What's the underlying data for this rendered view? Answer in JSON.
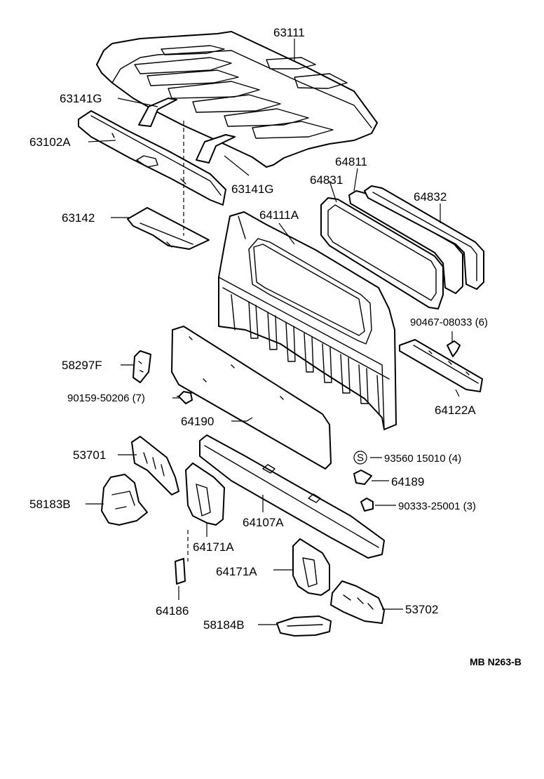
{
  "labels": {
    "p63111": "63111",
    "p63141G_top": "63141G",
    "p63102A": "63102A",
    "p63141G_bottom": "63141G",
    "p64811": "64811",
    "p64831": "64831",
    "p64832": "64832",
    "p63142": "63142",
    "p64111A": "64111A",
    "p90467": "90467-08033 (6)",
    "p58297F": "58297F",
    "p90159": "90159-50206 (7)",
    "p64122A": "64122A",
    "p64190": "64190",
    "p53701": "53701",
    "p93560_symbol": "S",
    "p93560": "93560  15010 (4)",
    "p64189": "64189",
    "p58183B": "58183B",
    "p90333": "90333-25001 (3)",
    "p64107A": "64107A",
    "p64171A_left": "64171A",
    "p64171A_right": "64171A",
    "p64186": "64186",
    "p53702": "53702",
    "p58184B": "58184B",
    "ref_code": "MB N263-B"
  }
}
